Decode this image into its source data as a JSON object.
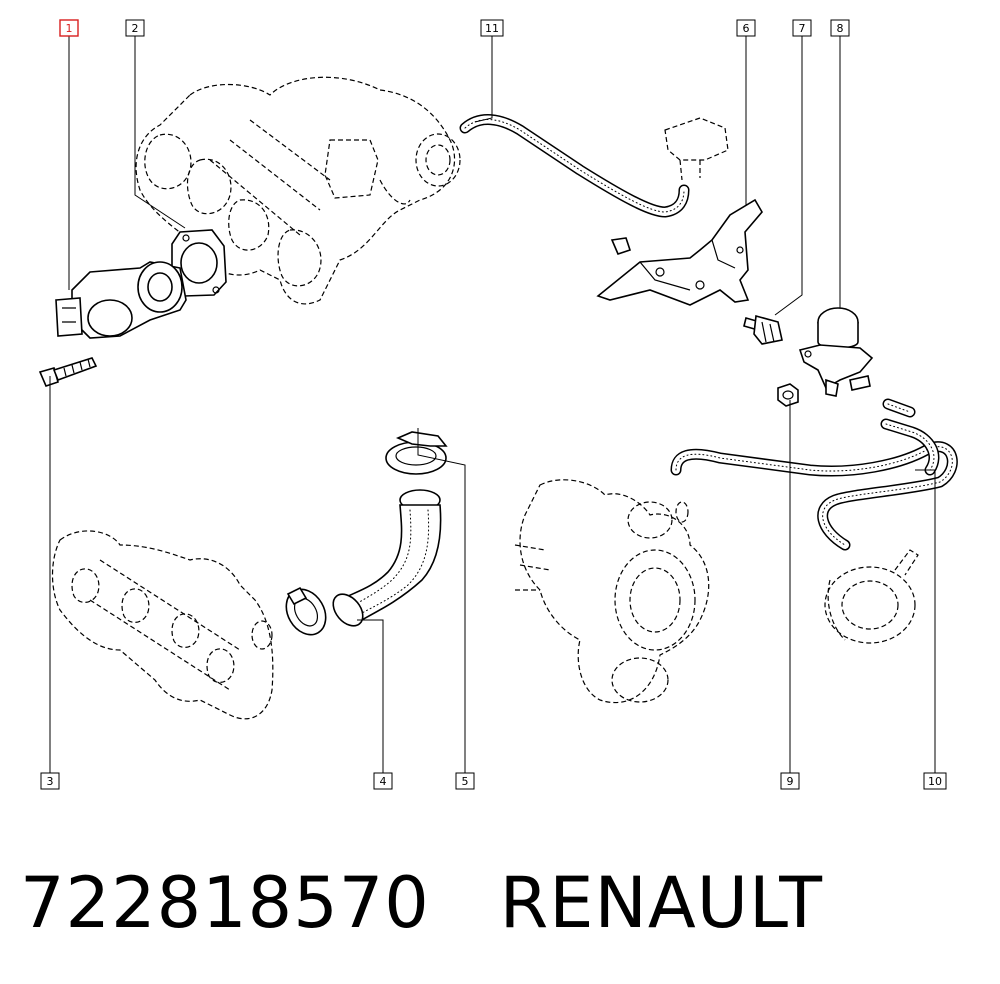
{
  "callouts": [
    {
      "label": "1"
    },
    {
      "label": "2"
    },
    {
      "label": "3"
    },
    {
      "label": "4"
    },
    {
      "label": "5"
    },
    {
      "label": "6"
    },
    {
      "label": "7"
    },
    {
      "label": "8"
    },
    {
      "label": "9"
    },
    {
      "label": "10"
    },
    {
      "label": "11"
    }
  ],
  "highlight_color": "#d81e1e",
  "highlighted_callout": "1",
  "caption": {
    "part_number": "722818570",
    "brand": "RENAULT"
  }
}
